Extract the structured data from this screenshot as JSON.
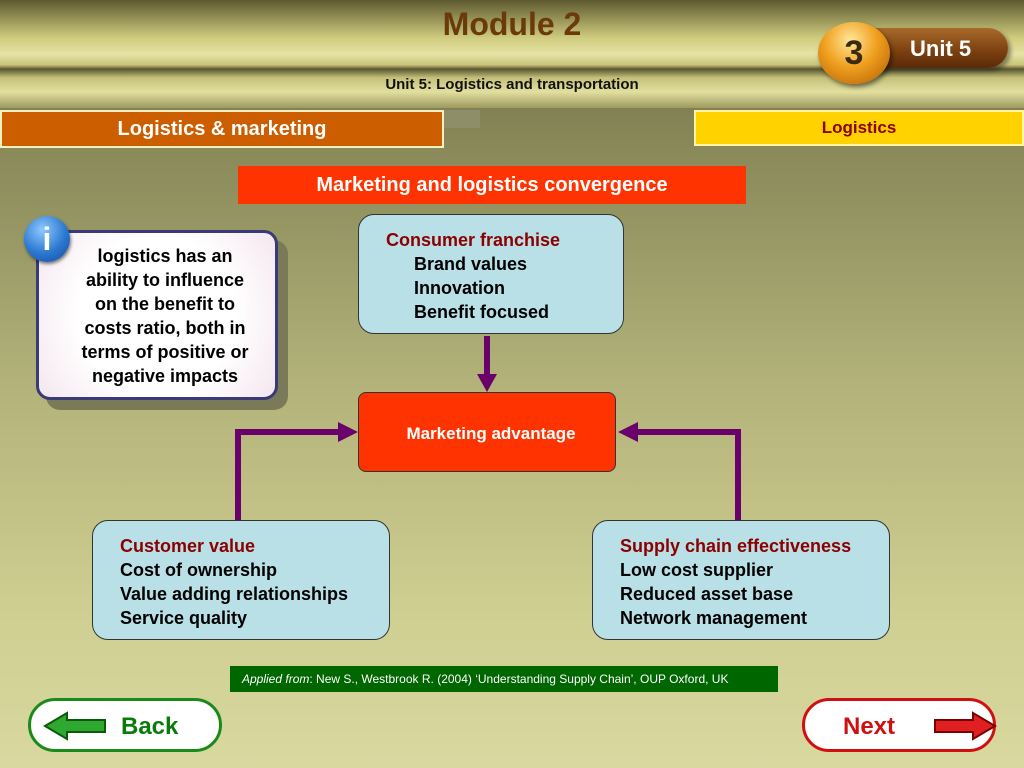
{
  "header": {
    "module_title": "Module 2",
    "subtitle": "Unit 5: Logistics and transportation",
    "unit_number": "3",
    "unit_label": "Unit 5"
  },
  "bars": {
    "left": "Logistics & marketing",
    "right": "Logistics"
  },
  "section_title": "Marketing and logistics convergence",
  "info": {
    "icon": "i",
    "lines": [
      "logistics has an",
      "ability to influence",
      "on the benefit to",
      "costs ratio, both in",
      "terms of positive or",
      "negative impacts"
    ]
  },
  "diagram": {
    "top": {
      "heading": "Consumer franchise",
      "items": [
        "Brand values",
        "Innovation",
        "Benefit focused"
      ]
    },
    "center": "Marketing advantage",
    "left": {
      "heading": "Customer value",
      "items": [
        "Cost of ownership",
        "Value adding relationships",
        "Service quality"
      ]
    },
    "right": {
      "heading": "Supply chain effectiveness",
      "items": [
        "Low cost supplier",
        "Reduced asset base",
        "Network management"
      ]
    }
  },
  "citation": {
    "italic": "Applied from",
    "text": ": New S., Westbrook R. (2004) ‘Understanding Supply Chain’, OUP Oxford, UK"
  },
  "nav": {
    "back": "Back",
    "next": "Next"
  },
  "colors": {
    "arrow": "#6a006a",
    "accent_orange": "#cc5e00",
    "accent_red": "#ff3300",
    "box_fill": "#b8e0e6"
  }
}
